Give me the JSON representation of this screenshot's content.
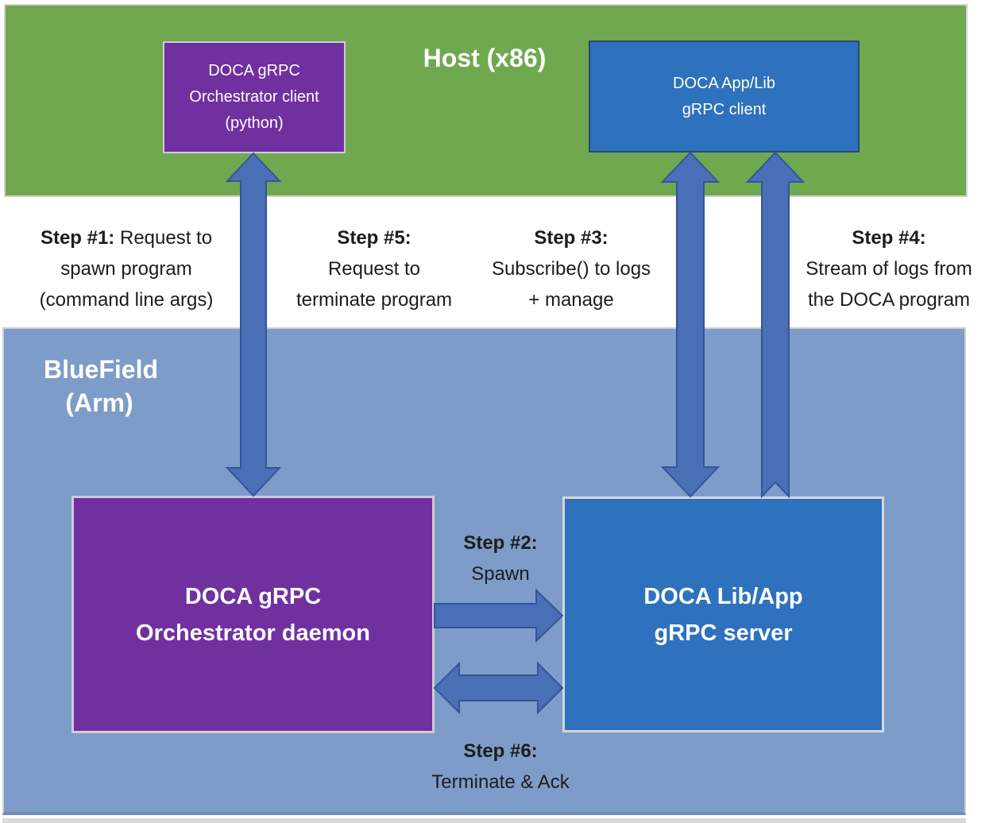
{
  "host": {
    "title": "Host (x86)"
  },
  "bluefield": {
    "title_line1": "BlueField",
    "title_line2": "(Arm)"
  },
  "boxes": {
    "orchestrator_client": {
      "lines": [
        "DOCA gRPC",
        "Orchestrator client",
        "(python)"
      ]
    },
    "app_lib_client": {
      "lines": [
        "DOCA App/Lib",
        "gRPC client"
      ]
    },
    "orchestrator_daemon": {
      "lines": [
        "DOCA gRPC",
        "Orchestrator daemon"
      ]
    },
    "lib_app_server": {
      "lines": [
        "DOCA Lib/App",
        "gRPC server"
      ]
    }
  },
  "steps": {
    "step1": {
      "title": "Step #1:",
      "rest": " Request to",
      "lines": [
        "spawn program",
        "(command line args)"
      ]
    },
    "step2": {
      "title": "Step #2:",
      "lines": [
        "Spawn"
      ]
    },
    "step3": {
      "title": "Step #3:",
      "lines": [
        "Subscribe() to logs",
        "+ manage"
      ]
    },
    "step4": {
      "title": "Step #4:",
      "lines": [
        "Stream of logs from",
        "the DOCA program"
      ]
    },
    "step5": {
      "title": "Step #5:",
      "lines": [
        "Request to",
        "terminate program"
      ]
    },
    "step6": {
      "title": "Step #6:",
      "lines": [
        "Terminate & Ack"
      ]
    }
  },
  "colors": {
    "host_band": "#70A84F",
    "bluefield_band": "#7E9CC9",
    "purple_box": "#7030A0",
    "blue_box": "#2E71BD",
    "arrow_fill": "#4A6FB7",
    "arrow_stroke": "#35539B",
    "border_gray": "#D2D2D2",
    "step_text": "#1C1C1C"
  }
}
